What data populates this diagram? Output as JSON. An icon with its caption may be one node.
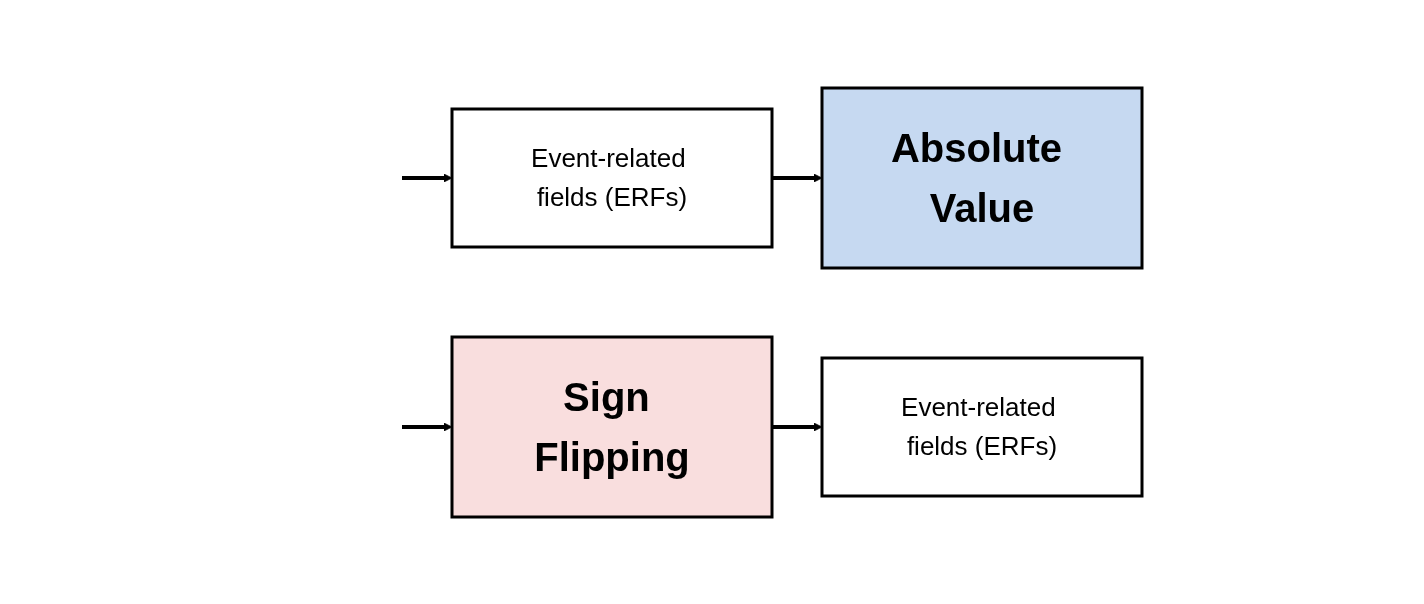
{
  "diagram": {
    "nodes": [
      {
        "text": [
          "Event-related fields (ERFs)"
        ]
      },
      {
        "text": [
          "Absolute Value"
        ]
      },
      {
        "text": [
          "Sign Flipping"
        ]
      },
      {
        "text": [
          "Event-related fields (ERFs)"
        ]
      }
    ],
    "edges": [
      {
        "from": null,
        "to": 0,
        "arrow": "to"
      },
      {
        "from": 0,
        "to": 1,
        "arrow": "to"
      },
      {
        "from": null,
        "to": 2,
        "arrow": "to"
      },
      {
        "from": 2,
        "to": 3,
        "arrow": "to"
      }
    ]
  }
}
